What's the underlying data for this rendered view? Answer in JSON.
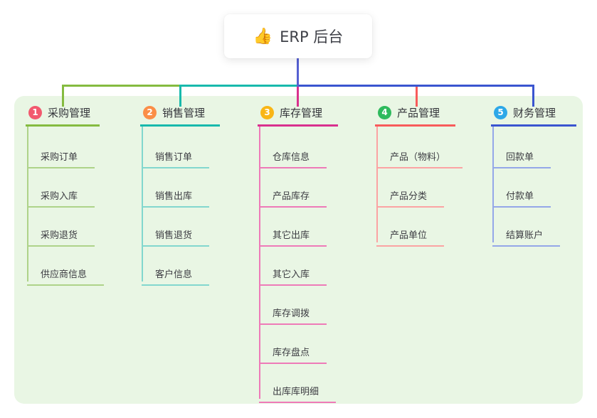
{
  "root": {
    "icon": "👍",
    "label": "ERP 后台"
  },
  "palette": {
    "panel_bg": "#e9f6e4",
    "card_bg": "#ffffff",
    "trunk": "#5560d2",
    "header_text": "#33343a",
    "child_text": "#3c3c42"
  },
  "branches": [
    {
      "badge": "1",
      "label": "采购管理",
      "color": "#85bb40",
      "light_color": "#aed389",
      "badge_color": "#f2596e",
      "children": [
        "采购订单",
        "采购入库",
        "采购退货",
        "供应商信息"
      ]
    },
    {
      "badge": "2",
      "label": "销售管理",
      "color": "#18b9ac",
      "light_color": "#82d7ce",
      "badge_color": "#fb8e47",
      "children": [
        "销售订单",
        "销售出库",
        "销售退货",
        "客户信息"
      ]
    },
    {
      "badge": "3",
      "label": "库存管理",
      "color": "#d9318e",
      "light_color": "#ee7ab8",
      "badge_color": "#f9b616",
      "children": [
        "仓库信息",
        "产品库存",
        "其它出库",
        "其它入库",
        "库存调拨",
        "库存盘点",
        "出库库明细"
      ]
    },
    {
      "badge": "4",
      "label": "产品管理",
      "color": "#f85b5b",
      "light_color": "#fba3a3",
      "badge_color": "#2eba5d",
      "children": [
        "产品（物料）",
        "产品分类",
        "产品单位"
      ]
    },
    {
      "badge": "5",
      "label": "财务管理",
      "color": "#3a55d0",
      "light_color": "#94a7e8",
      "badge_color": "#2da8e8",
      "children": [
        "回款单",
        "付款单",
        "结算账户"
      ]
    }
  ]
}
